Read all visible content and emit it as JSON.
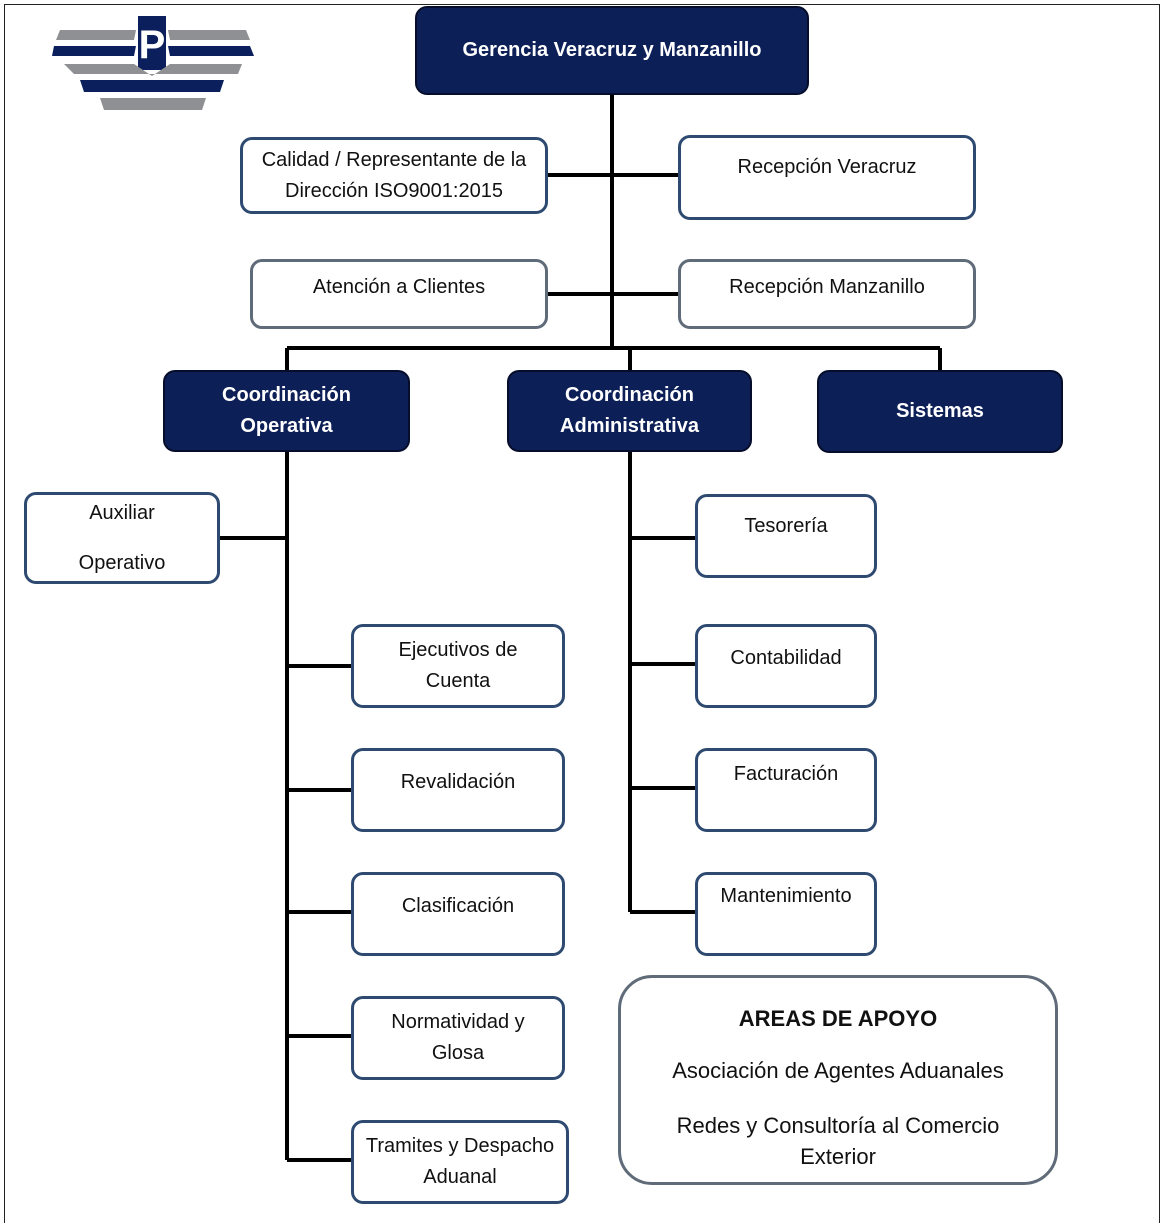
{
  "top": {
    "label": "Gerencia Veracruz y Manzanillo"
  },
  "staff": {
    "calidad": "Calidad / Representante de la Dirección ISO9001:2015",
    "recepcion_veracruz": "Recepción Veracruz",
    "atencion_clientes": "Atención a Clientes",
    "recepcion_manzanillo": "Recepción Manzanillo"
  },
  "coordinations": {
    "operativa": "Coordinación Operativa",
    "administrativa": "Coordinación Administrativa",
    "sistemas": "Sistemas"
  },
  "operativa_units": {
    "auxiliar": "Auxiliar Operativo",
    "ejecutivos": "Ejecutivos de Cuenta",
    "revalidacion": "Revalidación",
    "clasificacion": "Clasificación",
    "normatividad": "Normatividad y Glosa",
    "tramites": "Tramites y Despacho Aduanal"
  },
  "administrativa_units": {
    "tesoreria": "Tesorería",
    "contabilidad": "Contabilidad",
    "facturacion": "Facturación",
    "mantenimiento": "Mantenimiento"
  },
  "apoyo": {
    "title": "AREAS DE APOYO",
    "item1": "Asociación de Agentes Aduanales",
    "item2": "Redes y Consultoría al Comercio Exterior"
  },
  "colors": {
    "dark_box": "#0d1f57",
    "logo_navy": "#0b1f5c",
    "logo_gray": "#8e9094"
  },
  "logo": {
    "letter": "P"
  }
}
